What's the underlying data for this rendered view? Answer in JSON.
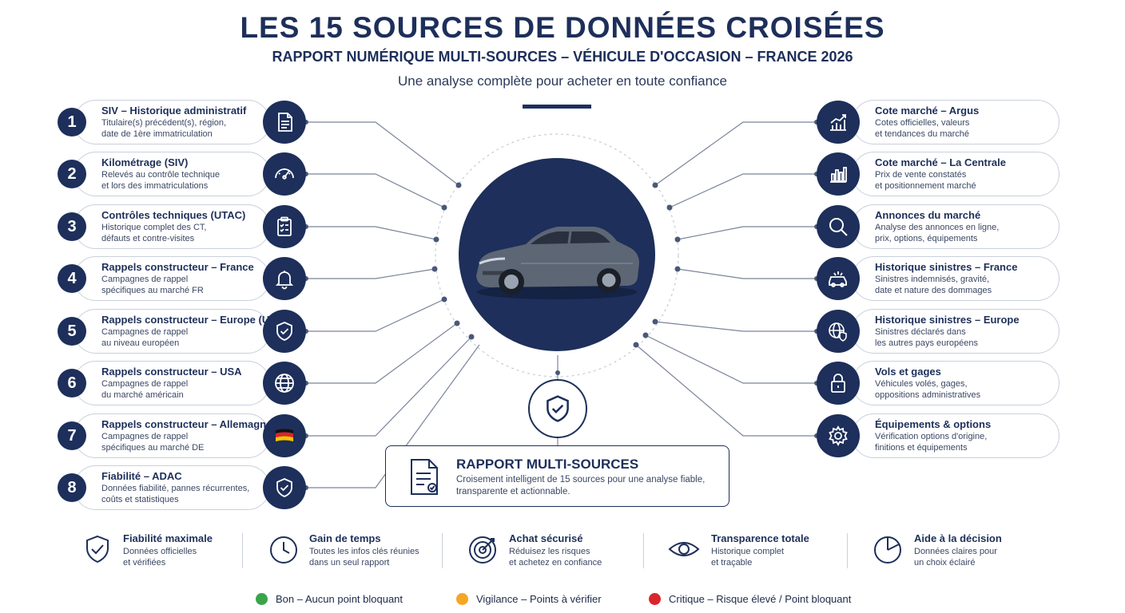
{
  "header": {
    "title": "LES 15 SOURCES DE DONNÉES CROISÉES",
    "subtitle": "RAPPORT NUMÉRIQUE MULTI-SOURCES – VÉHICULE D'OCCASION – FRANCE 2026",
    "tagline": "Une analyse complète pour acheter en toute confiance"
  },
  "left_sources": [
    {
      "number": "1",
      "title": "SIV – Historique administratif",
      "desc1": "Titulaire(s) précédent(s), région,",
      "desc2": "date de 1ère immatriculation",
      "icon": "document-icon"
    },
    {
      "number": "2",
      "title": "Kilométrage (SIV)",
      "desc1": "Relevés au contrôle technique",
      "desc2": "et lors des immatriculations",
      "icon": "speedometer-icon"
    },
    {
      "number": "3",
      "title": "Contrôles techniques (UTAC)",
      "desc1": "Historique complet des CT,",
      "desc2": "défauts et contre-visites",
      "icon": "clipboard-icon"
    },
    {
      "number": "4",
      "title": "Rappels constructeur – France",
      "desc1": "Campagnes de rappel",
      "desc2": "spécifiques au marché FR",
      "icon": "bell-icon"
    },
    {
      "number": "5",
      "title": "Rappels constructeur – Europe (UE)",
      "desc1": "Campagnes de rappel",
      "desc2": "au niveau européen",
      "icon": "shield-check-icon"
    },
    {
      "number": "6",
      "title": "Rappels constructeur – USA",
      "desc1": "Campagnes de rappel",
      "desc2": "du marché américain",
      "icon": "globe-icon"
    },
    {
      "number": "7",
      "title": "Rappels constructeur – Allemagne",
      "desc1": "Campagnes de rappel",
      "desc2": "spécifiques au marché DE",
      "icon": "german-flag-icon"
    },
    {
      "number": "8",
      "title": "Fiabilité – ADAC",
      "desc1": "Données fiabilité, pannes récurrentes,",
      "desc2": "coûts et statistiques",
      "icon": "shield-check-icon"
    }
  ],
  "right_sources": [
    {
      "title": "Cote marché – Argus",
      "desc1": "Cotes officielles, valeurs",
      "desc2": "et tendances du marché",
      "icon": "trend-chart-icon"
    },
    {
      "title": "Cote marché – La Centrale",
      "desc1": "Prix de vente constatés",
      "desc2": "et positionnement marché",
      "icon": "bar-chart-icon"
    },
    {
      "title": "Annonces du marché",
      "desc1": "Analyse des annonces en ligne,",
      "desc2": "prix, options, équipements",
      "icon": "search-icon"
    },
    {
      "title": "Historique sinistres – France",
      "desc1": "Sinistres indemnisés, gravité,",
      "desc2": "date et nature des dommages",
      "icon": "car-crash-icon"
    },
    {
      "title": "Historique sinistres – Europe",
      "desc1": "Sinistres déclarés dans",
      "desc2": "les autres pays européens",
      "icon": "globe-shield-icon"
    },
    {
      "title": "Vols et gages",
      "desc1": "Véhicules volés, gages,",
      "desc2": "oppositions administratives",
      "icon": "padlock-icon"
    },
    {
      "title": "Équipements & options",
      "desc1": "Vérification options d'origine,",
      "desc2": "finitions et équipements",
      "icon": "gear-icon"
    }
  ],
  "report": {
    "title": "RAPPORT MULTI-SOURCES",
    "desc": "Croisement intelligent de 15 sources pour une analyse fiable, transparente et actionnable."
  },
  "benefits": [
    {
      "title": "Fiabilité maximale",
      "desc1": "Données officielles",
      "desc2": "et vérifiées",
      "icon": "shield-check-icon"
    },
    {
      "title": "Gain de temps",
      "desc1": "Toutes les infos clés réunies",
      "desc2": "dans un seul rapport",
      "icon": "clock-icon"
    },
    {
      "title": "Achat sécurisé",
      "desc1": "Réduisez les risques",
      "desc2": "et achetez en confiance",
      "icon": "target-icon"
    },
    {
      "title": "Transparence totale",
      "desc1": "Historique complet",
      "desc2": "et traçable",
      "icon": "eye-icon"
    },
    {
      "title": "Aide à la décision",
      "desc1": "Données claires pour",
      "desc2": "un choix éclairé",
      "icon": "pie-chart-icon"
    }
  ],
  "legend": [
    {
      "label": "Bon – Aucun point bloquant",
      "color": "#3aa449"
    },
    {
      "label": "Vigilance – Points à vérifier",
      "color": "#f5a623"
    },
    {
      "label": "Critique – Risque élevé / Point bloquant",
      "color": "#d9262c"
    }
  ],
  "colors": {
    "navy": "#1d2f5a",
    "border": "#c9d0dc"
  }
}
